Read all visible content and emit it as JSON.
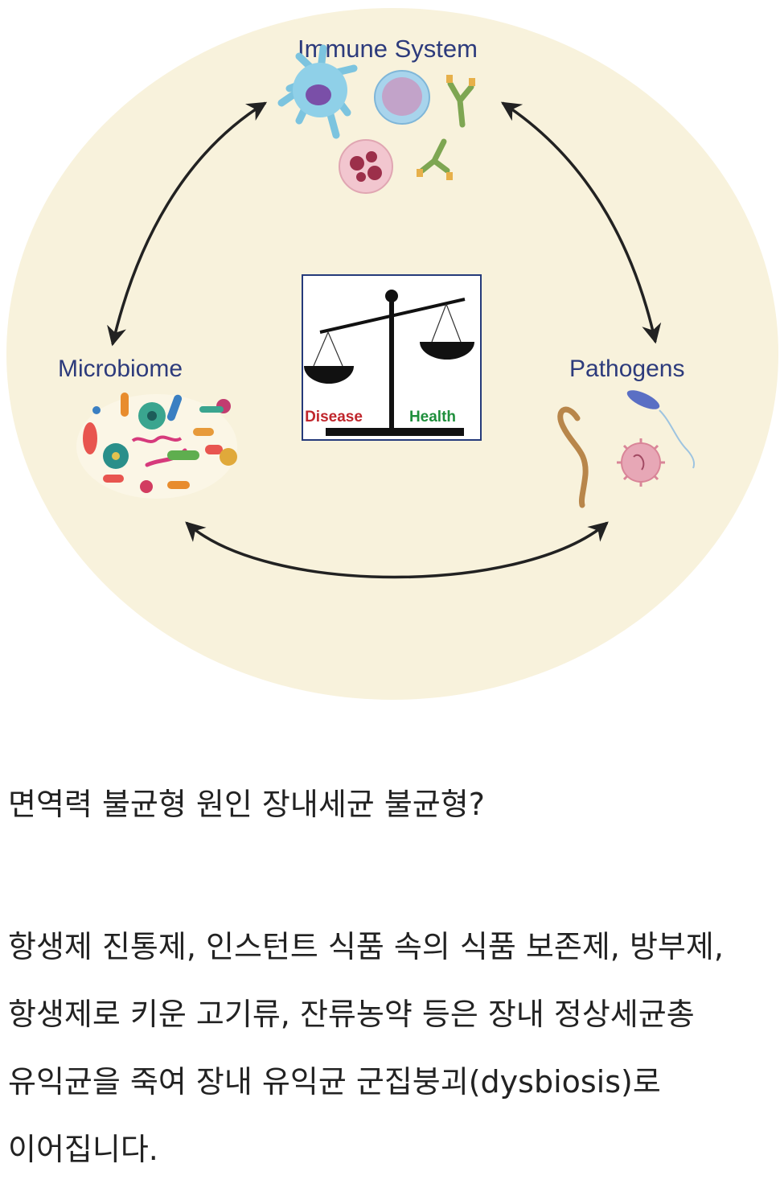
{
  "diagram": {
    "labels": {
      "immune": "Immune System",
      "microbiome": "Microbiome",
      "pathogens": "Pathogens",
      "disease": "Disease",
      "health": "Health"
    },
    "colors": {
      "background_circle": "#f8f2dc",
      "label_text": "#2d3b7c",
      "disease": "#c0262c",
      "health": "#1f8f3c",
      "arrows": "#222222"
    },
    "icons": [
      "dendritic-cell-icon",
      "lymphocyte-icon",
      "antibody-icon",
      "neutrophil-icon",
      "bacteria-cluster-icon",
      "worm-icon",
      "virus-icon",
      "bacillus-icon",
      "balance-scale-icon"
    ]
  },
  "article": {
    "question": "면역력 불균형 원인 장내세균 불균형?",
    "body": "항생제 진통제, 인스턴트 식품 속의 식품 보존제, 방부제, 항생제로 키운 고기류, 잔류농약 등은 장내 정상세균총 유익균을 죽여 장내 유익균 군집붕괴(dysbiosis)로 이어집니다."
  }
}
